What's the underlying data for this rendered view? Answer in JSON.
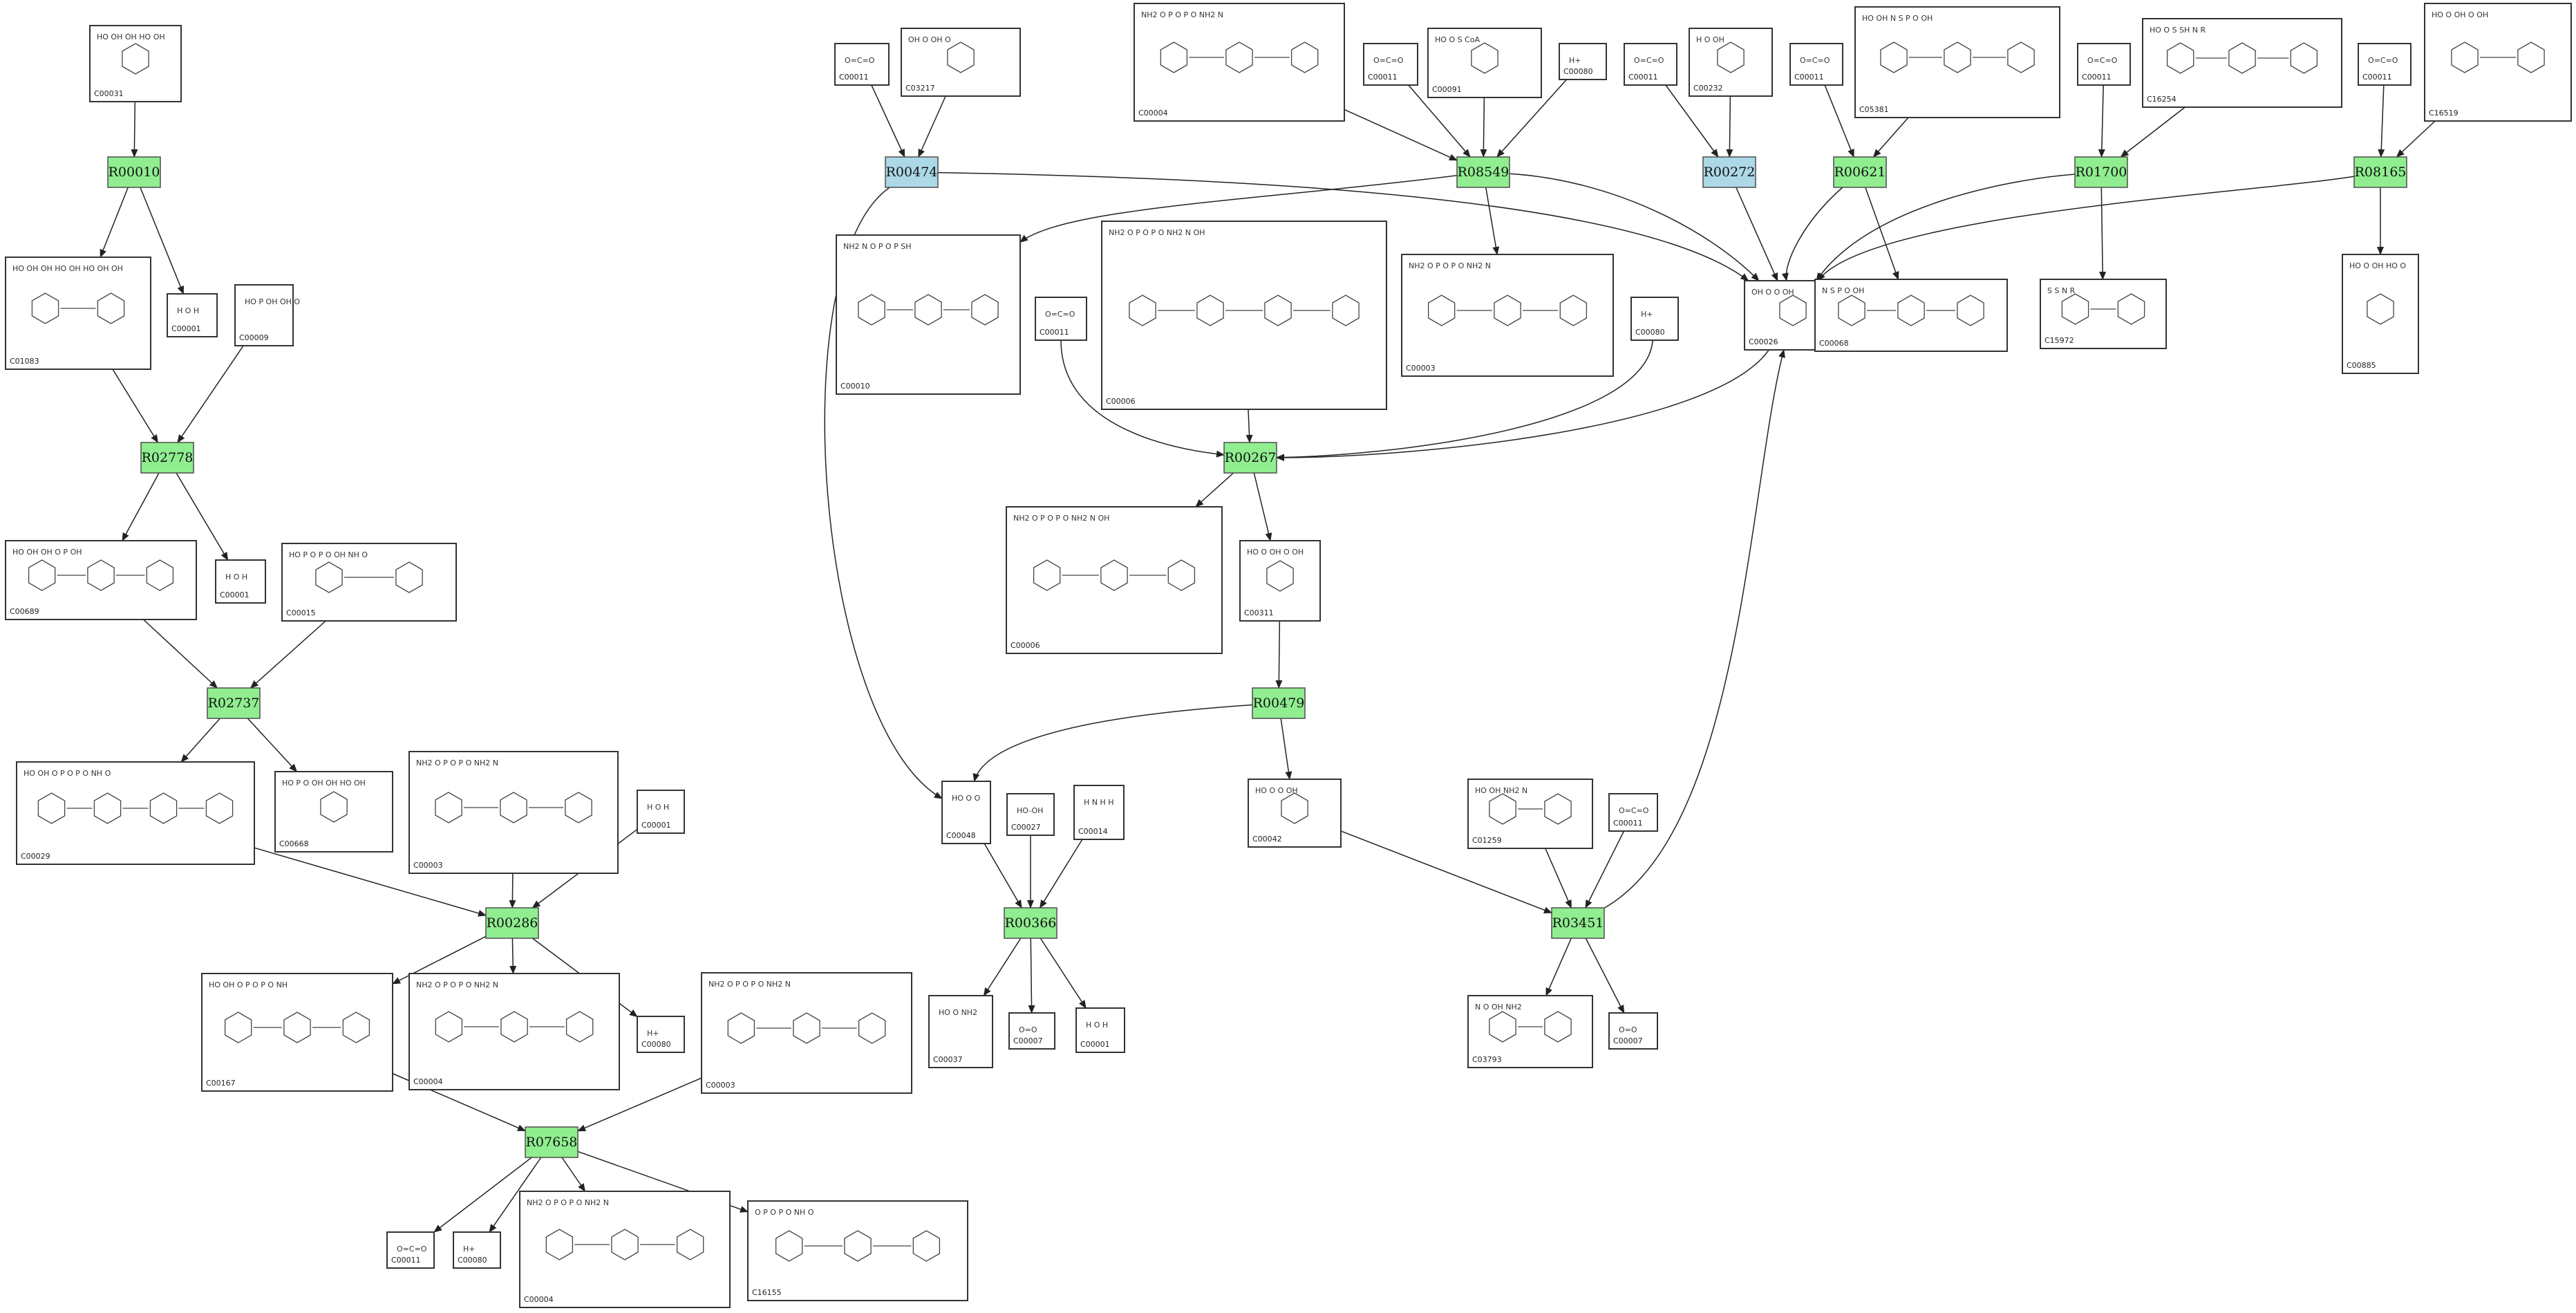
{
  "colors": {
    "reaction_green": "#90ee90",
    "reaction_blue": "#add8e6",
    "edge": "#222222",
    "box_border": "#333333"
  },
  "reactions": [
    {
      "id": "R00010",
      "color": "green"
    },
    {
      "id": "R02778",
      "color": "green"
    },
    {
      "id": "R02737",
      "color": "green"
    },
    {
      "id": "R00286",
      "color": "green"
    },
    {
      "id": "R07658",
      "color": "green"
    },
    {
      "id": "R00474",
      "color": "blue"
    },
    {
      "id": "R08549",
      "color": "green"
    },
    {
      "id": "R00272",
      "color": "blue"
    },
    {
      "id": "R00621",
      "color": "green"
    },
    {
      "id": "R01700",
      "color": "green"
    },
    {
      "id": "R08165",
      "color": "green"
    },
    {
      "id": "R00267",
      "color": "green"
    },
    {
      "id": "R00479",
      "color": "green"
    },
    {
      "id": "R00366",
      "color": "green"
    },
    {
      "id": "R03451",
      "color": "green"
    }
  ],
  "compounds": [
    {
      "key": "c00031",
      "id": "C00031",
      "formula": "HO OH OH HO OH"
    },
    {
      "key": "c01083",
      "id": "C01083",
      "formula": "HO OH OH HO OH HO OH OH"
    },
    {
      "key": "c00001a",
      "id": "C00001",
      "formula": "H O H"
    },
    {
      "key": "c00009",
      "id": "C00009",
      "formula": "HO P OH OH O"
    },
    {
      "key": "c00689",
      "id": "C00689",
      "formula": "HO OH OH O P OH"
    },
    {
      "key": "c00001b",
      "id": "C00001",
      "formula": "H O H"
    },
    {
      "key": "c00015",
      "id": "C00015",
      "formula": "HO P O P O OH NH O"
    },
    {
      "key": "c00029",
      "id": "C00029",
      "formula": "HO OH O P O P O NH O"
    },
    {
      "key": "c00668",
      "id": "C00668",
      "formula": "HO P O OH OH HO OH"
    },
    {
      "key": "c00003a",
      "id": "C00003",
      "formula": "NH2 O P O P O NH2 N"
    },
    {
      "key": "c00001c",
      "id": "C00001",
      "formula": "H O H"
    },
    {
      "key": "c00167",
      "id": "C00167",
      "formula": "HO OH O P O P O NH"
    },
    {
      "key": "c00004a",
      "id": "C00004",
      "formula": "NH2 O P O P O NH2 N"
    },
    {
      "key": "c00080a",
      "id": "C00080",
      "formula": "H+"
    },
    {
      "key": "c00003b",
      "id": "C00003",
      "formula": "NH2 O P O P O NH2 N"
    },
    {
      "key": "c00011a",
      "id": "C00011",
      "formula": "O=C=O"
    },
    {
      "key": "c00080b",
      "id": "C00080",
      "formula": "H+"
    },
    {
      "key": "c00004b",
      "id": "C00004",
      "formula": "NH2 O P O P O NH2 N"
    },
    {
      "key": "c16155",
      "id": "C16155",
      "formula": "O P O P O NH O"
    },
    {
      "key": "c00011b",
      "id": "C00011",
      "formula": "O=C=O"
    },
    {
      "key": "c03217",
      "id": "C03217",
      "formula": "OH O OH O"
    },
    {
      "key": "c00004c",
      "id": "C00004",
      "formula": "NH2 O P O P O NH2 N"
    },
    {
      "key": "c00011c",
      "id": "C00011",
      "formula": "O=C=O"
    },
    {
      "key": "c00091",
      "id": "C00091",
      "formula": "HO O S CoA"
    },
    {
      "key": "c00080c",
      "id": "C00080",
      "formula": "H+"
    },
    {
      "key": "c00011d",
      "id": "C00011",
      "formula": "O=C=O"
    },
    {
      "key": "c00232",
      "id": "C00232",
      "formula": "H O OH"
    },
    {
      "key": "c00011e",
      "id": "C00011",
      "formula": "O=C=O"
    },
    {
      "key": "c05381",
      "id": "C05381",
      "formula": "HO OH N S P O OH"
    },
    {
      "key": "c00011f",
      "id": "C00011",
      "formula": "O=C=O"
    },
    {
      "key": "c16254",
      "id": "C16254",
      "formula": "HO O S SH N R"
    },
    {
      "key": "c00011g",
      "id": "C00011",
      "formula": "O=C=O"
    },
    {
      "key": "c16519",
      "id": "C16519",
      "formula": "HO O OH O OH"
    },
    {
      "key": "c00010",
      "id": "C00010",
      "formula": "NH2 N O P O P SH"
    },
    {
      "key": "c00006a",
      "id": "C00006",
      "formula": "NH2 O P O P O NH2 N OH"
    },
    {
      "key": "c00011h",
      "id": "C00011",
      "formula": "O=C=O"
    },
    {
      "key": "c00003c",
      "id": "C00003",
      "formula": "NH2 O P O P O NH2 N"
    },
    {
      "key": "c00080d",
      "id": "C00080",
      "formula": "H+"
    },
    {
      "key": "c00026",
      "id": "C00026",
      "formula": "OH O O OH"
    },
    {
      "key": "c00068",
      "id": "C00068",
      "formula": "N S P O OH"
    },
    {
      "key": "c15972",
      "id": "C15972",
      "formula": "S S N R"
    },
    {
      "key": "c00885",
      "id": "C00885",
      "formula": "HO O OH HO O"
    },
    {
      "key": "c00006b",
      "id": "C00006",
      "formula": "NH2 O P O P O NH2 N OH"
    },
    {
      "key": "c00311",
      "id": "C00311",
      "formula": "HO O OH O OH"
    },
    {
      "key": "c00048",
      "id": "C00048",
      "formula": "HO O O"
    },
    {
      "key": "c00027",
      "id": "C00027",
      "formula": "HO-OH"
    },
    {
      "key": "c00014",
      "id": "C00014",
      "formula": "H N H H"
    },
    {
      "key": "c00042",
      "id": "C00042",
      "formula": "HO O O OH"
    },
    {
      "key": "c01259",
      "id": "C01259",
      "formula": "HO OH NH2 N"
    },
    {
      "key": "c00011i",
      "id": "C00011",
      "formula": "O=C=O"
    },
    {
      "key": "c00037",
      "id": "C00037",
      "formula": "HO O NH2"
    },
    {
      "key": "c00007a",
      "id": "C00007",
      "formula": "O=O"
    },
    {
      "key": "c00001d",
      "id": "C00001",
      "formula": "H O H"
    },
    {
      "key": "c03793",
      "id": "C03793",
      "formula": "N O OH NH2"
    },
    {
      "key": "c00007b",
      "id": "C00007",
      "formula": "O=O"
    }
  ]
}
